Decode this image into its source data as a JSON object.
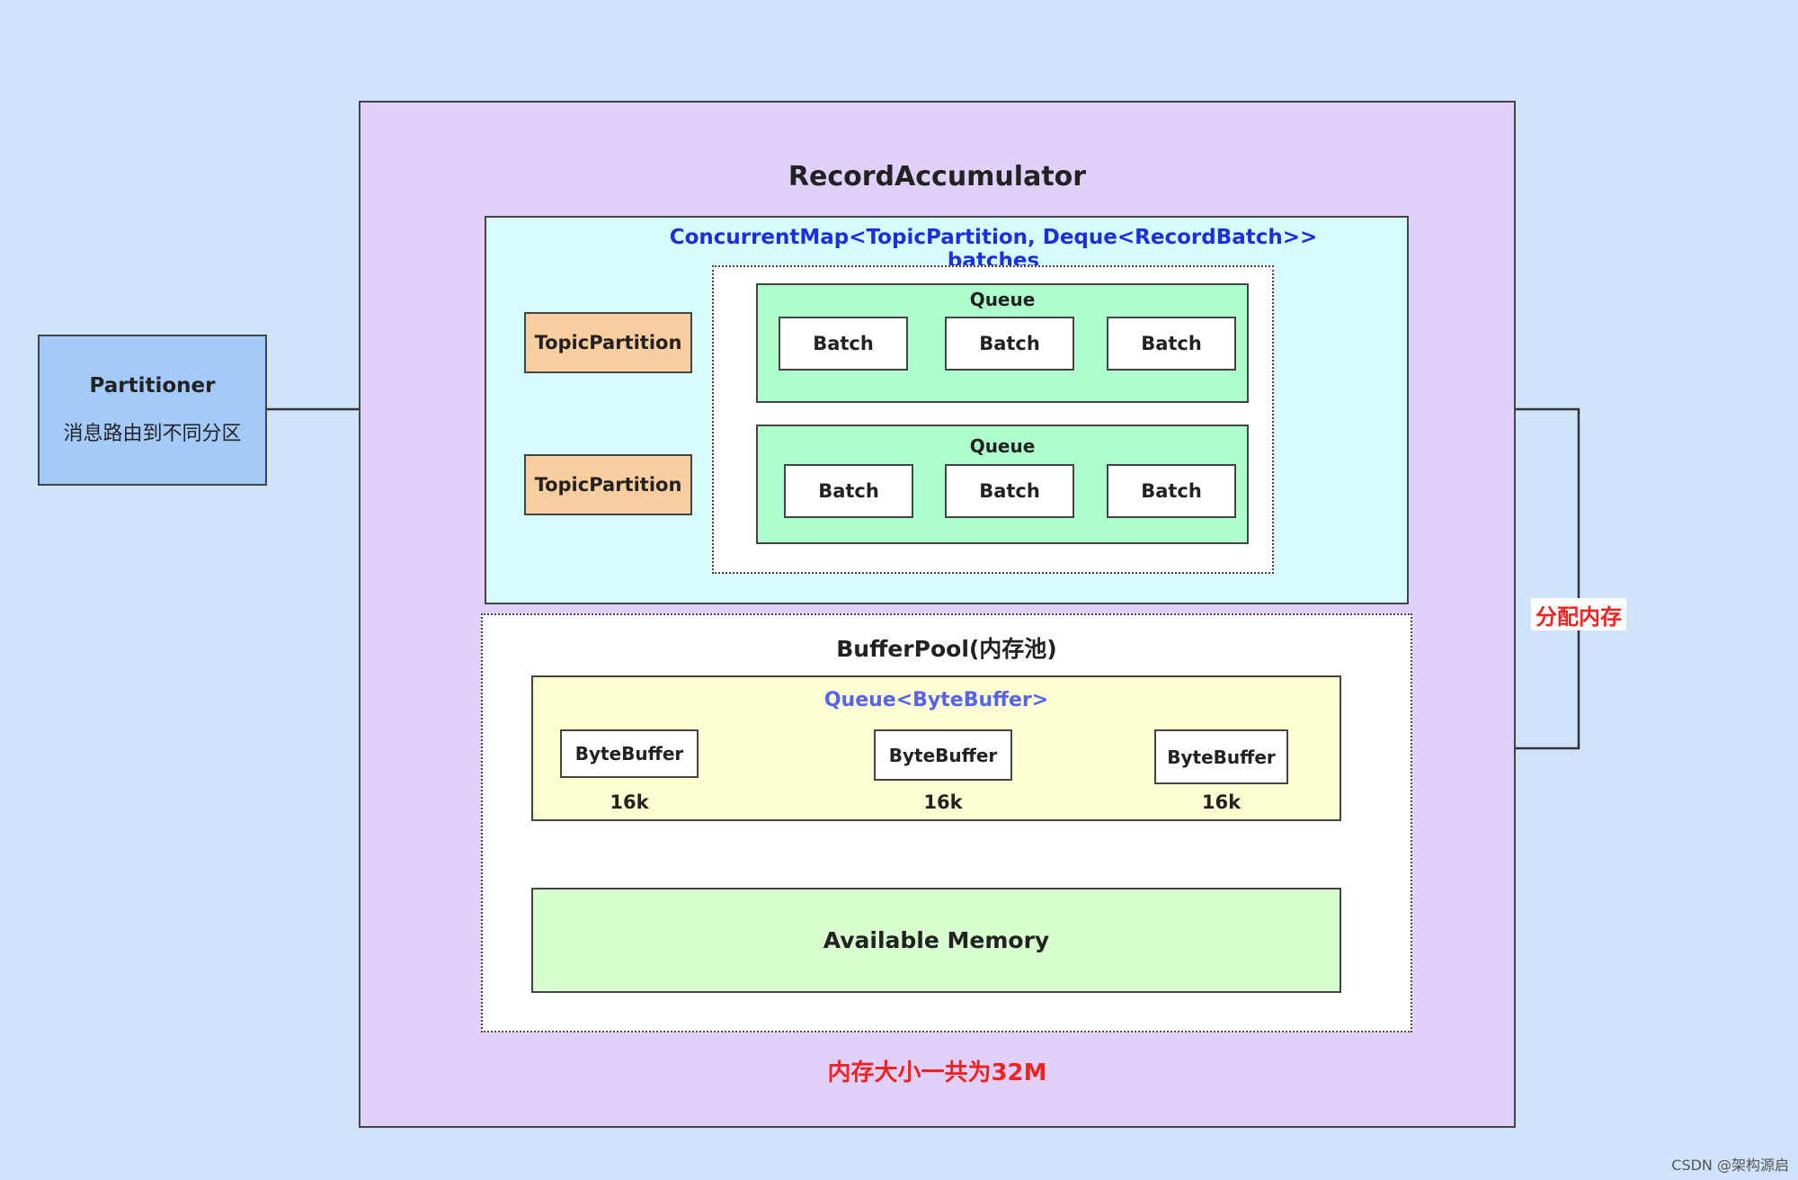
{
  "accumulator": {
    "title": "RecordAccumulator"
  },
  "map": {
    "title": "ConcurrentMap<TopicPartition, Deque<RecordBatch>> batches"
  },
  "partitioner": {
    "title": "Partitioner",
    "subtitle": "消息路由到不同分区"
  },
  "partitions": [
    {
      "label": "TopicPartition",
      "queue_label": "Queue",
      "batches": [
        "Batch",
        "Batch",
        "Batch"
      ]
    },
    {
      "label": "TopicPartition",
      "queue_label": "Queue",
      "batches": [
        "Batch",
        "Batch",
        "Batch"
      ]
    }
  ],
  "buffer_pool": {
    "title": "BufferPool(内存池)",
    "queue_title": "Queue<ByteBuffer>",
    "buffers": [
      {
        "label": "ByteBuffer",
        "size": "16k"
      },
      {
        "label": "ByteBuffer",
        "size": "16k"
      },
      {
        "label": "ByteBuffer",
        "size": "16k"
      }
    ],
    "available": "Available Memory"
  },
  "total_memory": "内存大小一共为32M",
  "allocate_label": "分配内存",
  "watermark": "CSDN @架构源启",
  "colors": {
    "background": "#cfe3fa",
    "accumulator": "#e0d0fa",
    "map": "#d6fcfc",
    "partitioner": "#a4caf9",
    "topic_partition": "#f8cd9f",
    "queue": "#adfdcd",
    "byte_queue": "#fefed3",
    "available": "#d8fed0",
    "highlight_red": "#f02323",
    "map_title_blue": "#1c2fe0"
  }
}
